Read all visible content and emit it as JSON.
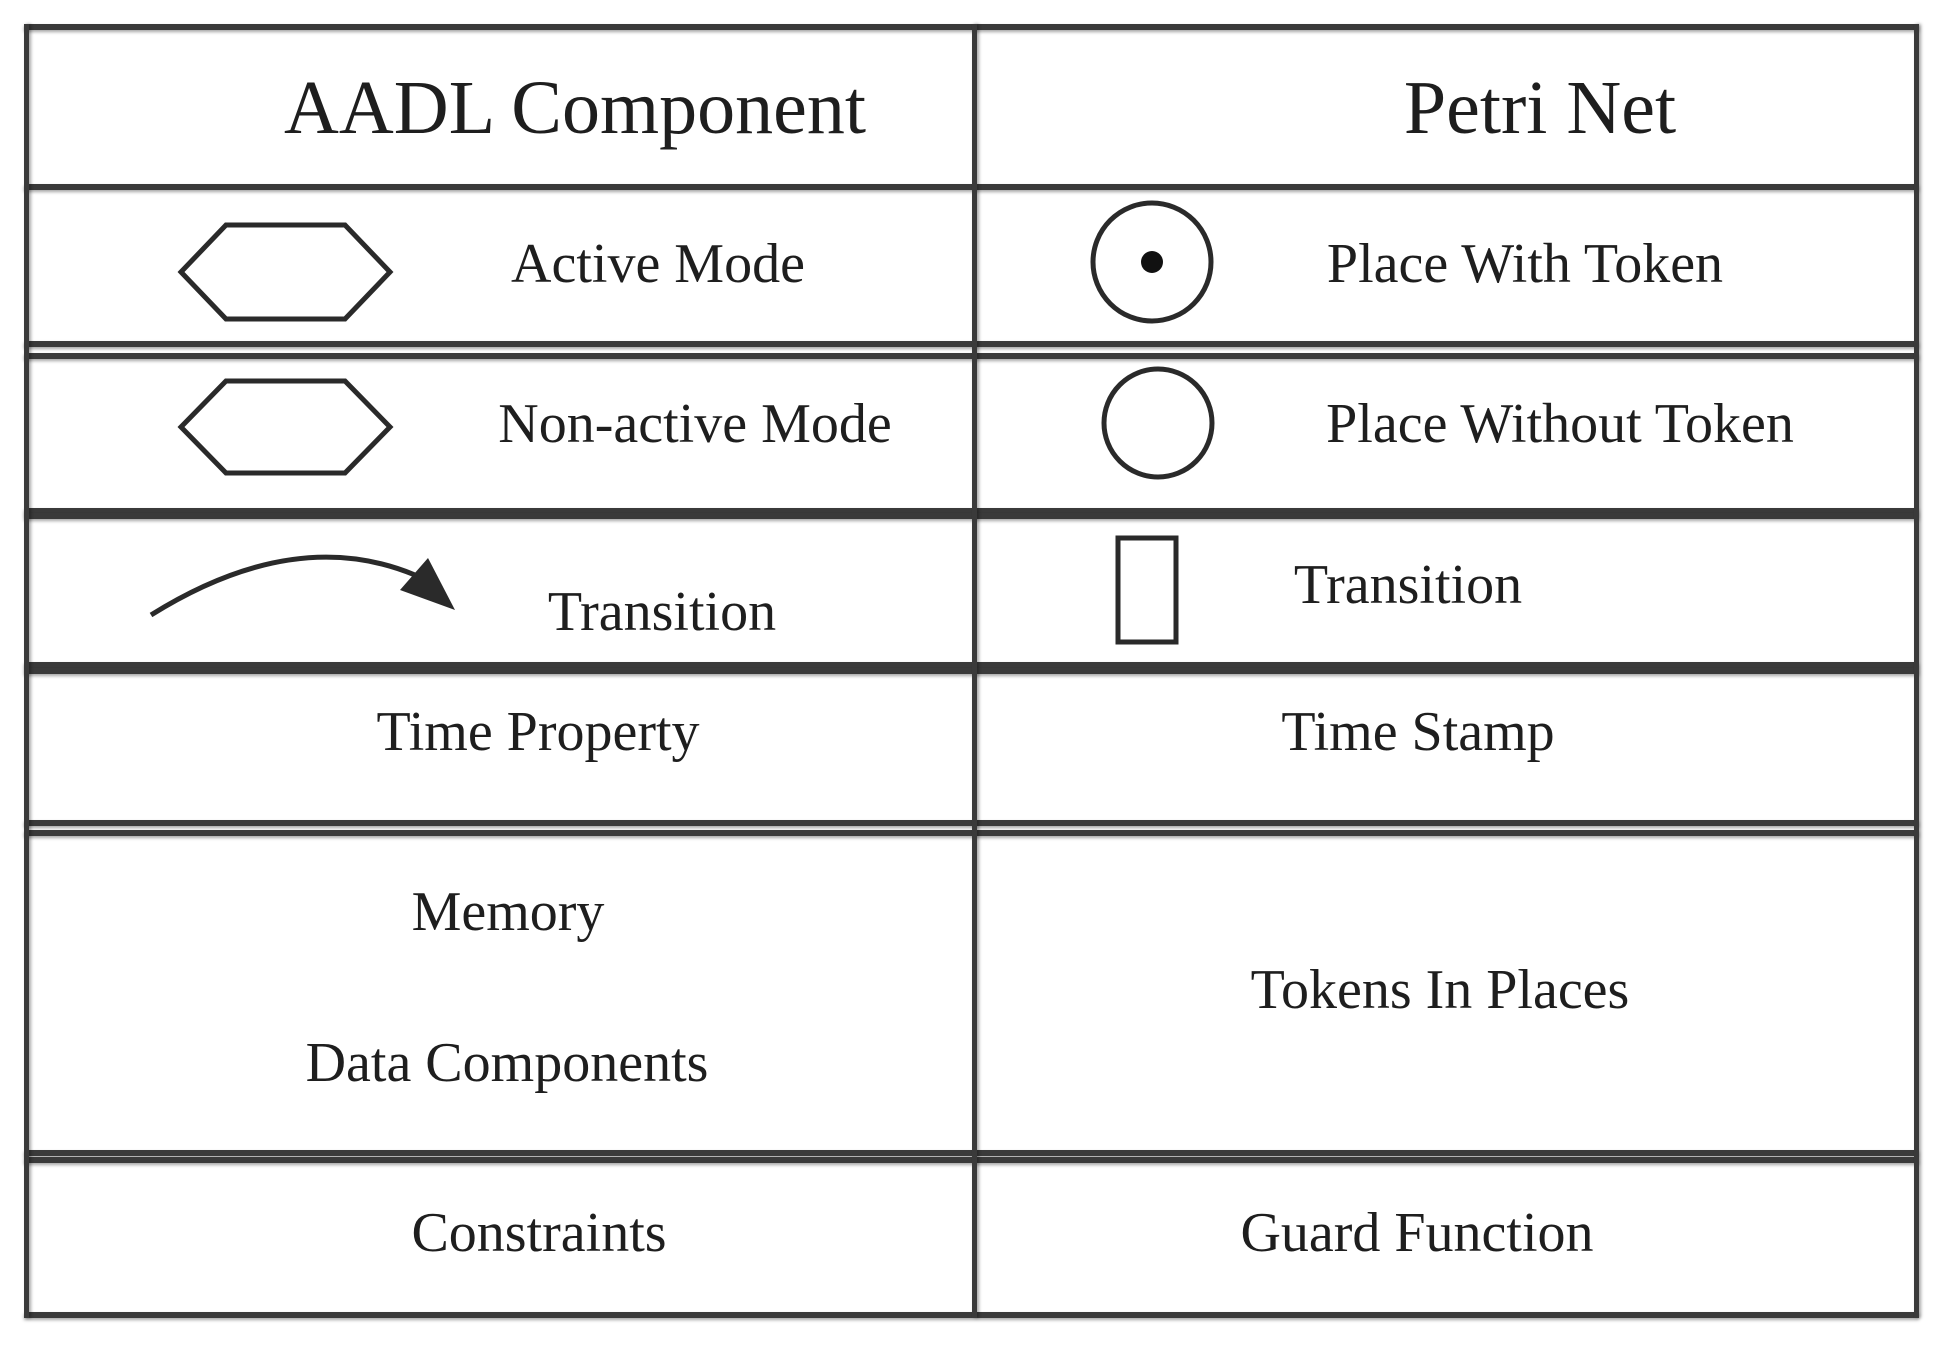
{
  "header": {
    "left": "AADL Component",
    "right": "Petri Net"
  },
  "rows": [
    {
      "left": "Active Mode",
      "right": "Place With Token",
      "left_icon": "hexagon-icon",
      "right_icon": "place-with-token-icon"
    },
    {
      "left": "Non-active Mode",
      "right": "Place Without Token",
      "left_icon": "hexagon-icon",
      "right_icon": "place-without-token-icon"
    },
    {
      "left": "Transition",
      "right": "Transition",
      "left_icon": "curved-arrow-icon",
      "right_icon": "rectangle-transition-icon"
    },
    {
      "left": "Time Property",
      "right": "Time Stamp"
    },
    {
      "left_lines": [
        "Memory",
        "Data Components"
      ],
      "right": "Tokens In Places"
    },
    {
      "left": "Constraints",
      "right": "Guard Function"
    }
  ]
}
